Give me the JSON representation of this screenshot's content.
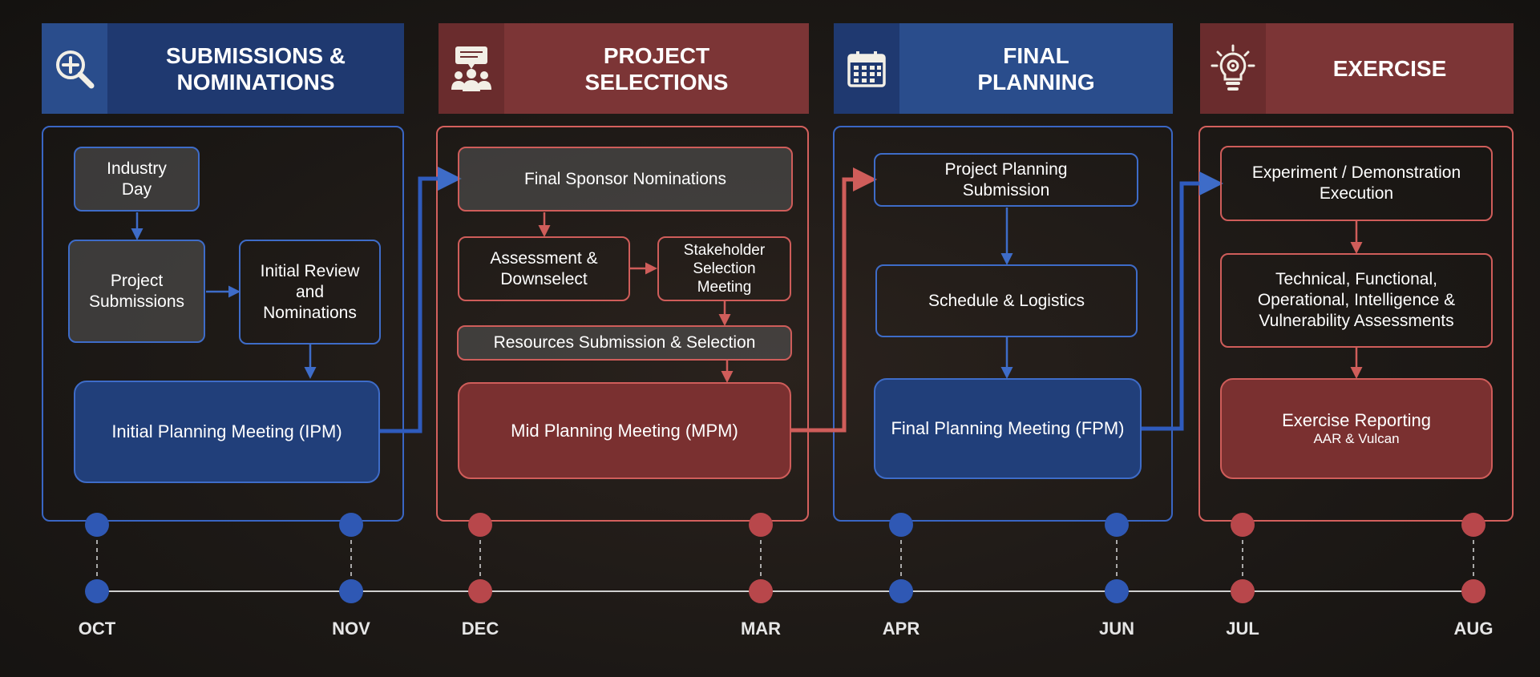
{
  "phases": [
    {
      "title": "Submissions & Nominations",
      "icon": "magnifier-plus-icon",
      "theme": "blue"
    },
    {
      "title": "Project Selections",
      "icon": "meeting-presentation-icon",
      "theme": "red"
    },
    {
      "title": "Final Planning",
      "icon": "calendar-icon",
      "theme": "blue"
    },
    {
      "title": "Exercise",
      "icon": "lightbulb-gear-icon",
      "theme": "red"
    }
  ],
  "boxes": {
    "industry_day": "Industry Day",
    "project_submissions": "Project Submissions",
    "initial_review": "Initial Review and Nominations",
    "ipm": "Initial Planning Meeting (IPM)",
    "final_sponsor": "Final Sponsor Nominations",
    "assessment": "Assessment & Downselect",
    "stakeholder": "Stakeholder Selection Meeting",
    "resources": "Resources Submission & Selection",
    "mpm": "Mid Planning Meeting (MPM)",
    "project_planning": "Project Planning Submission",
    "schedule": "Schedule & Logistics",
    "fpm": "Final Planning Meeting (FPM)",
    "experiment": "Experiment / Demonstration Execution",
    "assessments": "Technical, Functional, Operational, Intelligence & Vulnerability Assessments",
    "reporting": "Exercise Reporting",
    "reporting_sub": "AAR & Vulcan"
  },
  "timeline": [
    {
      "month": "OCT",
      "theme": "blue"
    },
    {
      "month": "NOV",
      "theme": "blue"
    },
    {
      "month": "DEC",
      "theme": "red"
    },
    {
      "month": "MAR",
      "theme": "red"
    },
    {
      "month": "APR",
      "theme": "blue"
    },
    {
      "month": "JUN",
      "theme": "blue"
    },
    {
      "month": "JUL",
      "theme": "red"
    },
    {
      "month": "AUG",
      "theme": "red"
    }
  ],
  "colors": {
    "blue": "#2a4d8c",
    "blue_accent": "#3a66c4",
    "red": "#7c3536",
    "red_accent": "#d4605d"
  }
}
